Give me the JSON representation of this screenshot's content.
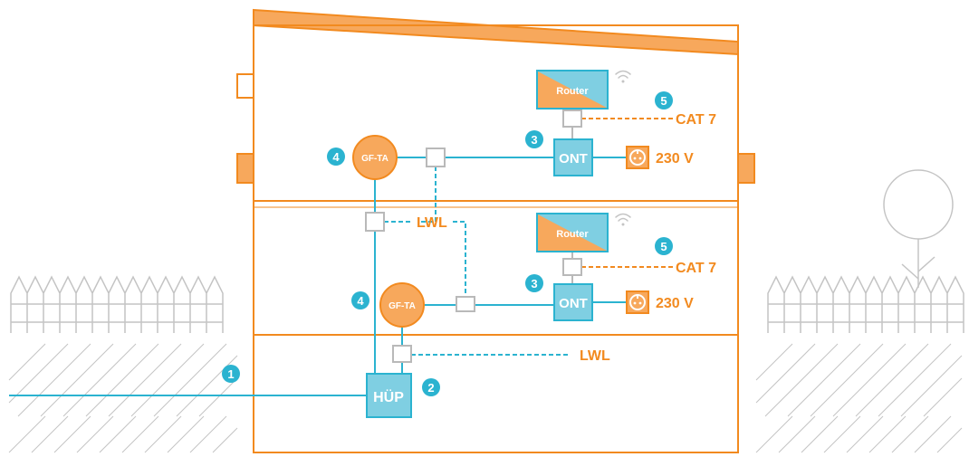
{
  "colors": {
    "orange": "#f28a1f",
    "orange_fill": "#f7a85c",
    "cyan": "#2bb3d0",
    "cyan_fill": "#7fcfe2",
    "gray": "#b9b9b9"
  },
  "labels": {
    "router_top": "Router",
    "router_bottom": "Router",
    "ont_top": "ONT",
    "ont_bottom": "ONT",
    "gfta_top": "GF-TA",
    "gfta_bottom": "GF-TA",
    "huep": "HÜP",
    "cat7_top": "CAT 7",
    "cat7_bottom": "CAT 7",
    "socket_top": "230 V",
    "socket_bottom": "230 V",
    "lwl_mid": "LWL",
    "lwl_low": "LWL"
  },
  "markers": {
    "m1": "1",
    "m2": "2",
    "m3_top": "3",
    "m3_bottom": "3",
    "m4_top": "4",
    "m4_bottom": "4",
    "m5_top": "5",
    "m5_bottom": "5"
  },
  "icons": [
    "wifi-icon",
    "power-socket-icon",
    "tree-icon",
    "fence-icon"
  ]
}
